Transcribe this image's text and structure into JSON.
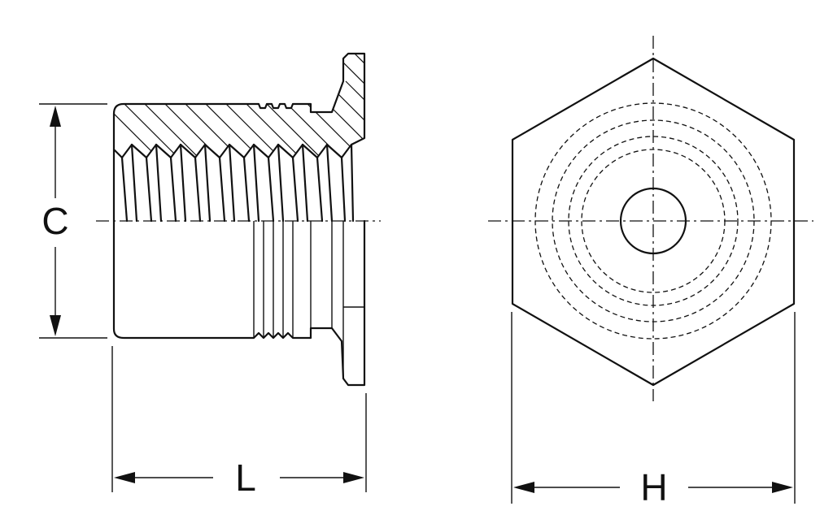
{
  "dimensions": {
    "c_label": "C",
    "l_label": "L",
    "h_label": "H"
  },
  "colors": {
    "line": "#111111",
    "background": "#ffffff"
  }
}
